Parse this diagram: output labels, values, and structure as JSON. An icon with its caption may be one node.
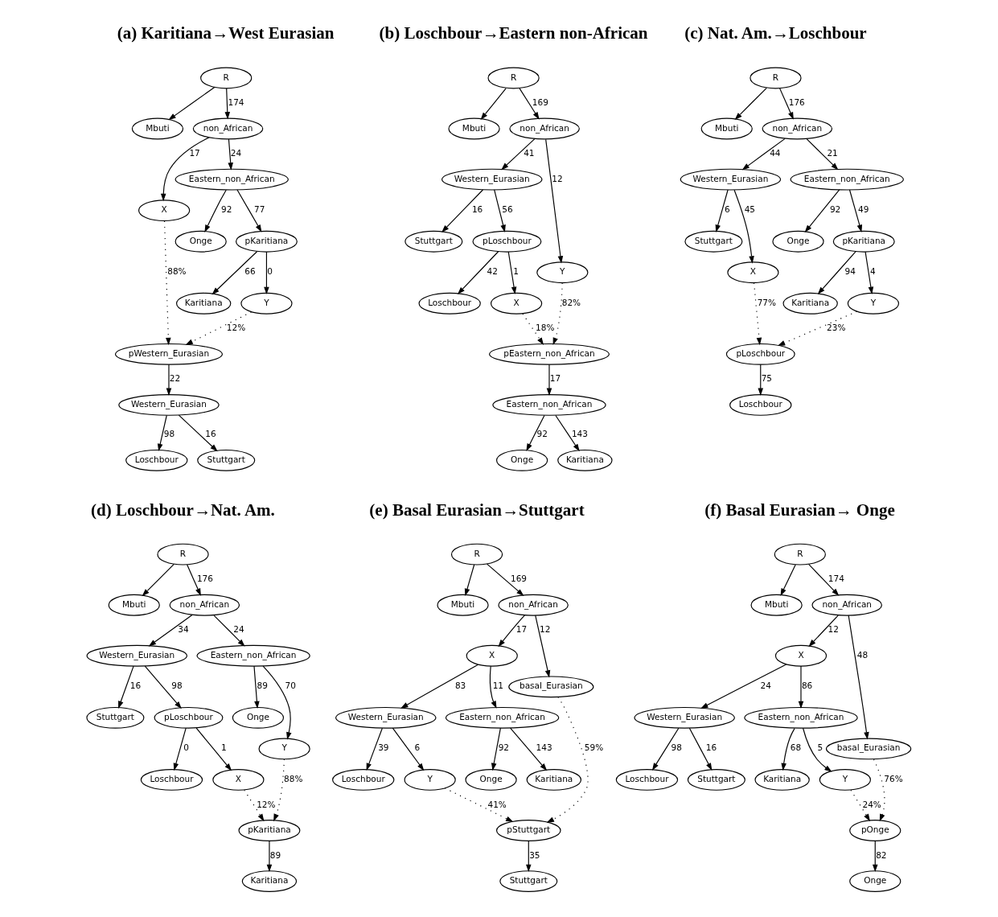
{
  "diagram": {
    "nodes": [
      {
        "text": [
          "R"
        ]
      },
      {
        "text": [
          "Mbuti"
        ]
      },
      {
        "text": [
          "non_African"
        ]
      },
      {
        "text": [
          "X"
        ]
      },
      {
        "text": [
          "Eastern_non_African"
        ]
      },
      {
        "text": [
          "Onge"
        ]
      },
      {
        "text": [
          "pKaritiana"
        ]
      },
      {
        "text": [
          "Karitiana"
        ]
      },
      {
        "text": [
          "Y"
        ]
      },
      {
        "text": [
          "pWestern_Eurasian"
        ]
      },
      {
        "text": [
          "Western_Eurasian"
        ]
      },
      {
        "text": [
          "Loschbour"
        ]
      },
      {
        "text": [
          "Stuttgart"
        ]
      },
      {
        "text": [
          "R"
        ]
      },
      {
        "text": [
          "Mbuti"
        ]
      },
      {
        "text": [
          "non_African"
        ]
      },
      {
        "text": [
          "Western_Eurasian"
        ]
      },
      {
        "text": [
          "Y"
        ]
      },
      {
        "text": [
          "Stuttgart"
        ]
      },
      {
        "text": [
          "pLoschbour"
        ]
      },
      {
        "text": [
          "Loschbour"
        ]
      },
      {
        "text": [
          "X"
        ]
      },
      {
        "text": [
          "pEastern_non_African"
        ]
      },
      {
        "text": [
          "Eastern_non_African"
        ]
      },
      {
        "text": [
          "Onge"
        ]
      },
      {
        "text": [
          "Karitiana"
        ]
      },
      {
        "text": [
          "R"
        ]
      },
      {
        "text": [
          "Mbuti"
        ]
      },
      {
        "text": [
          "non_African"
        ]
      },
      {
        "text": [
          "Western_Eurasian"
        ]
      },
      {
        "text": [
          "Eastern_non_African"
        ]
      },
      {
        "text": [
          "Stuttgart"
        ]
      },
      {
        "text": [
          "X"
        ]
      },
      {
        "text": [
          "Onge"
        ]
      },
      {
        "text": [
          "pKaritiana"
        ]
      },
      {
        "text": [
          "Karitiana"
        ]
      },
      {
        "text": [
          "Y"
        ]
      },
      {
        "text": [
          "pLoschbour"
        ]
      },
      {
        "text": [
          "Loschbour"
        ]
      },
      {
        "text": [
          "R"
        ]
      },
      {
        "text": [
          "Mbuti"
        ]
      },
      {
        "text": [
          "non_African"
        ]
      },
      {
        "text": [
          "Western_Eurasian"
        ]
      },
      {
        "text": [
          "Eastern_non_African"
        ]
      },
      {
        "text": [
          "Stuttgart"
        ]
      },
      {
        "text": [
          "pLoschbour"
        ]
      },
      {
        "text": [
          "Onge"
        ]
      },
      {
        "text": [
          "Y"
        ]
      },
      {
        "text": [
          "Loschbour"
        ]
      },
      {
        "text": [
          "X"
        ]
      },
      {
        "text": [
          "pKaritiana"
        ]
      },
      {
        "text": [
          "Karitiana"
        ]
      },
      {
        "text": [
          "R"
        ]
      },
      {
        "text": [
          "Mbuti"
        ]
      },
      {
        "text": [
          "non_African"
        ]
      },
      {
        "text": [
          "X"
        ]
      },
      {
        "text": [
          "basal_Eurasian"
        ]
      },
      {
        "text": [
          "Western_Eurasian"
        ]
      },
      {
        "text": [
          "Eastern_non_African"
        ]
      },
      {
        "text": [
          "Loschbour"
        ]
      },
      {
        "text": [
          "Y"
        ]
      },
      {
        "text": [
          "Onge"
        ]
      },
      {
        "text": [
          "Karitiana"
        ]
      },
      {
        "text": [
          "pStuttgart"
        ]
      },
      {
        "text": [
          "Stuttgart"
        ]
      },
      {
        "text": [
          "R"
        ]
      },
      {
        "text": [
          "Mbuti"
        ]
      },
      {
        "text": [
          "non_African"
        ]
      },
      {
        "text": [
          "X"
        ]
      },
      {
        "text": [
          "basal_Eurasian"
        ]
      },
      {
        "text": [
          "Western_Eurasian"
        ]
      },
      {
        "text": [
          "Eastern_non_African"
        ]
      },
      {
        "text": [
          "Loschbour"
        ]
      },
      {
        "text": [
          "Stuttgart"
        ]
      },
      {
        "text": [
          "Karitiana"
        ]
      },
      {
        "text": [
          "Y"
        ]
      },
      {
        "text": [
          "pOnge"
        ]
      },
      {
        "text": [
          "Onge"
        ]
      }
    ],
    "edges": [
      {
        "from": 0,
        "to": 1,
        "arrow": "to"
      },
      {
        "from": 0,
        "to": 2,
        "arrow": "to",
        "label": "174"
      },
      {
        "from": 2,
        "to": 3,
        "arrow": "to",
        "label": "17"
      },
      {
        "from": 2,
        "to": 4,
        "arrow": "to",
        "label": "24"
      },
      {
        "from": 4,
        "to": 5,
        "arrow": "to",
        "label": "92"
      },
      {
        "from": 4,
        "to": 6,
        "arrow": "to",
        "label": "77"
      },
      {
        "from": 6,
        "to": 7,
        "arrow": "to",
        "label": "66"
      },
      {
        "from": 6,
        "to": 8,
        "arrow": "to",
        "label": "0"
      },
      {
        "from": 3,
        "to": 9,
        "arrow": "to",
        "label": "88%",
        "style": "dashed"
      },
      {
        "from": 8,
        "to": 9,
        "arrow": "to",
        "label": "12%",
        "style": "dashed"
      },
      {
        "from": 9,
        "to": 10,
        "arrow": "to",
        "label": "22"
      },
      {
        "from": 10,
        "to": 11,
        "arrow": "to",
        "label": "98"
      },
      {
        "from": 10,
        "to": 12,
        "arrow": "to",
        "label": "16"
      },
      {
        "from": 13,
        "to": 14,
        "arrow": "to"
      },
      {
        "from": 13,
        "to": 15,
        "arrow": "to",
        "label": "169"
      },
      {
        "from": 15,
        "to": 16,
        "arrow": "to",
        "label": "41"
      },
      {
        "from": 15,
        "to": 17,
        "arrow": "to",
        "label": "12"
      },
      {
        "from": 16,
        "to": 18,
        "arrow": "to",
        "label": "16"
      },
      {
        "from": 16,
        "to": 19,
        "arrow": "to",
        "label": "56"
      },
      {
        "from": 19,
        "to": 20,
        "arrow": "to",
        "label": "42"
      },
      {
        "from": 19,
        "to": 21,
        "arrow": "to",
        "label": "1"
      },
      {
        "from": 21,
        "to": 22,
        "arrow": "to",
        "label": "18%",
        "style": "dashed"
      },
      {
        "from": 17,
        "to": 22,
        "arrow": "to",
        "label": "82%",
        "style": "dashed"
      },
      {
        "from": 22,
        "to": 23,
        "arrow": "to",
        "label": "17"
      },
      {
        "from": 23,
        "to": 24,
        "arrow": "to",
        "label": "92"
      },
      {
        "from": 23,
        "to": 25,
        "arrow": "to",
        "label": "143"
      },
      {
        "from": 26,
        "to": 27,
        "arrow": "to"
      },
      {
        "from": 26,
        "to": 28,
        "arrow": "to",
        "label": "176"
      },
      {
        "from": 28,
        "to": 29,
        "arrow": "to",
        "label": "44"
      },
      {
        "from": 28,
        "to": 30,
        "arrow": "to",
        "label": "21"
      },
      {
        "from": 29,
        "to": 31,
        "arrow": "to",
        "label": "6"
      },
      {
        "from": 29,
        "to": 32,
        "arrow": "to",
        "label": "45"
      },
      {
        "from": 30,
        "to": 33,
        "arrow": "to",
        "label": "92"
      },
      {
        "from": 30,
        "to": 34,
        "arrow": "to",
        "label": "49"
      },
      {
        "from": 34,
        "to": 35,
        "arrow": "to",
        "label": "94"
      },
      {
        "from": 34,
        "to": 36,
        "arrow": "to",
        "label": "4"
      },
      {
        "from": 32,
        "to": 37,
        "arrow": "to",
        "label": "77%",
        "style": "dashed"
      },
      {
        "from": 36,
        "to": 37,
        "arrow": "to",
        "label": "23%",
        "style": "dashed"
      },
      {
        "from": 37,
        "to": 38,
        "arrow": "to",
        "label": "75"
      },
      {
        "from": 39,
        "to": 40,
        "arrow": "to"
      },
      {
        "from": 39,
        "to": 41,
        "arrow": "to",
        "label": "176"
      },
      {
        "from": 41,
        "to": 42,
        "arrow": "to",
        "label": "34"
      },
      {
        "from": 41,
        "to": 43,
        "arrow": "to",
        "label": "24"
      },
      {
        "from": 42,
        "to": 44,
        "arrow": "to",
        "label": "16"
      },
      {
        "from": 42,
        "to": 45,
        "arrow": "to",
        "label": "98"
      },
      {
        "from": 43,
        "to": 46,
        "arrow": "to",
        "label": "89"
      },
      {
        "from": 43,
        "to": 47,
        "arrow": "to",
        "label": "70"
      },
      {
        "from": 45,
        "to": 48,
        "arrow": "to",
        "label": "0"
      },
      {
        "from": 45,
        "to": 49,
        "arrow": "to",
        "label": "1"
      },
      {
        "from": 49,
        "to": 50,
        "arrow": "to",
        "label": "12%",
        "style": "dashed"
      },
      {
        "from": 47,
        "to": 50,
        "arrow": "to",
        "label": "88%",
        "style": "dashed"
      },
      {
        "from": 50,
        "to": 51,
        "arrow": "to",
        "label": "89"
      },
      {
        "from": 52,
        "to": 53,
        "arrow": "to"
      },
      {
        "from": 52,
        "to": 54,
        "arrow": "to",
        "label": "169"
      },
      {
        "from": 54,
        "to": 55,
        "arrow": "to",
        "label": "17"
      },
      {
        "from": 54,
        "to": 56,
        "arrow": "to",
        "label": "12"
      },
      {
        "from": 55,
        "to": 57,
        "arrow": "to",
        "label": "83"
      },
      {
        "from": 55,
        "to": 58,
        "arrow": "to",
        "label": "11"
      },
      {
        "from": 57,
        "to": 59,
        "arrow": "to",
        "label": "39"
      },
      {
        "from": 57,
        "to": 60,
        "arrow": "to",
        "label": "6"
      },
      {
        "from": 58,
        "to": 61,
        "arrow": "to",
        "label": "92"
      },
      {
        "from": 58,
        "to": 62,
        "arrow": "to",
        "label": "143"
      },
      {
        "from": 60,
        "to": 63,
        "arrow": "to",
        "label": "41%",
        "style": "dashed"
      },
      {
        "from": 56,
        "to": 63,
        "arrow": "to",
        "label": "59%",
        "style": "dashed"
      },
      {
        "from": 63,
        "to": 64,
        "arrow": "to",
        "label": "35"
      },
      {
        "from": 65,
        "to": 66,
        "arrow": "to"
      },
      {
        "from": 65,
        "to": 67,
        "arrow": "to",
        "label": "174"
      },
      {
        "from": 67,
        "to": 68,
        "arrow": "to",
        "label": "12"
      },
      {
        "from": 67,
        "to": 69,
        "arrow": "to",
        "label": "48"
      },
      {
        "from": 68,
        "to": 70,
        "arrow": "to",
        "label": "24"
      },
      {
        "from": 68,
        "to": 71,
        "arrow": "to",
        "label": "86"
      },
      {
        "from": 70,
        "to": 72,
        "arrow": "to",
        "label": "98"
      },
      {
        "from": 70,
        "to": 73,
        "arrow": "to",
        "label": "16"
      },
      {
        "from": 71,
        "to": 74,
        "arrow": "to",
        "label": "68"
      },
      {
        "from": 71,
        "to": 75,
        "arrow": "to",
        "label": "5"
      },
      {
        "from": 75,
        "to": 76,
        "arrow": "to",
        "label": "24%",
        "style": "dashed"
      },
      {
        "from": 69,
        "to": 76,
        "arrow": "to",
        "label": "76%",
        "style": "dashed"
      },
      {
        "from": 76,
        "to": 77,
        "arrow": "to",
        "label": "82"
      }
    ],
    "labels": [
      "(a) Karitiana→West Eurasian",
      "(b) Loschbour→Eastern non-African",
      "(c) Nat. Am.→Loschbour",
      "(d) Loschbour→Nat. Am.",
      "(e) Basal Eurasian→Stuttgart",
      "(f) Basal Eurasian→ Onge"
    ]
  }
}
